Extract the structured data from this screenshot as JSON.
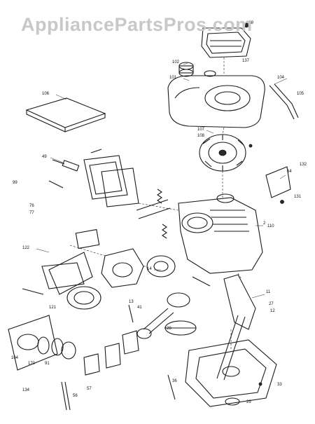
{
  "watermark": "AppliancePartsPros.com",
  "labels": [
    {
      "id": "L169",
      "text": "169"
    },
    {
      "id": "L137",
      "text": "137"
    },
    {
      "id": "L102",
      "text": "102"
    },
    {
      "id": "L101",
      "text": "101"
    },
    {
      "id": "L104",
      "text": "104"
    },
    {
      "id": "L105",
      "text": "105"
    },
    {
      "id": "L106",
      "text": "106"
    },
    {
      "id": "L107",
      "text": "107"
    },
    {
      "id": "L108",
      "text": "108"
    },
    {
      "id": "L132",
      "text": "132"
    },
    {
      "id": "L64",
      "text": "64"
    },
    {
      "id": "L131",
      "text": "131"
    },
    {
      "id": "L49",
      "text": "49"
    },
    {
      "id": "L76",
      "text": "76"
    },
    {
      "id": "L77",
      "text": "77"
    },
    {
      "id": "L99",
      "text": "99"
    },
    {
      "id": "L122",
      "text": "122"
    },
    {
      "id": "L121",
      "text": "121"
    },
    {
      "id": "L2",
      "text": "2"
    },
    {
      "id": "L11",
      "text": "11"
    },
    {
      "id": "L110",
      "text": "110"
    },
    {
      "id": "L13",
      "text": "13"
    },
    {
      "id": "L14",
      "text": "14"
    },
    {
      "id": "L91",
      "text": "91"
    },
    {
      "id": "L104b",
      "text": "104"
    },
    {
      "id": "L170",
      "text": "170"
    },
    {
      "id": "L134",
      "text": "134"
    },
    {
      "id": "L57",
      "text": "57"
    },
    {
      "id": "L56",
      "text": "56"
    },
    {
      "id": "L29",
      "text": "29"
    },
    {
      "id": "L33",
      "text": "33"
    },
    {
      "id": "L36",
      "text": "36"
    },
    {
      "id": "L28",
      "text": "28"
    },
    {
      "id": "L27",
      "text": "27"
    },
    {
      "id": "L41",
      "text": "41"
    },
    {
      "id": "L12",
      "text": "12"
    }
  ]
}
